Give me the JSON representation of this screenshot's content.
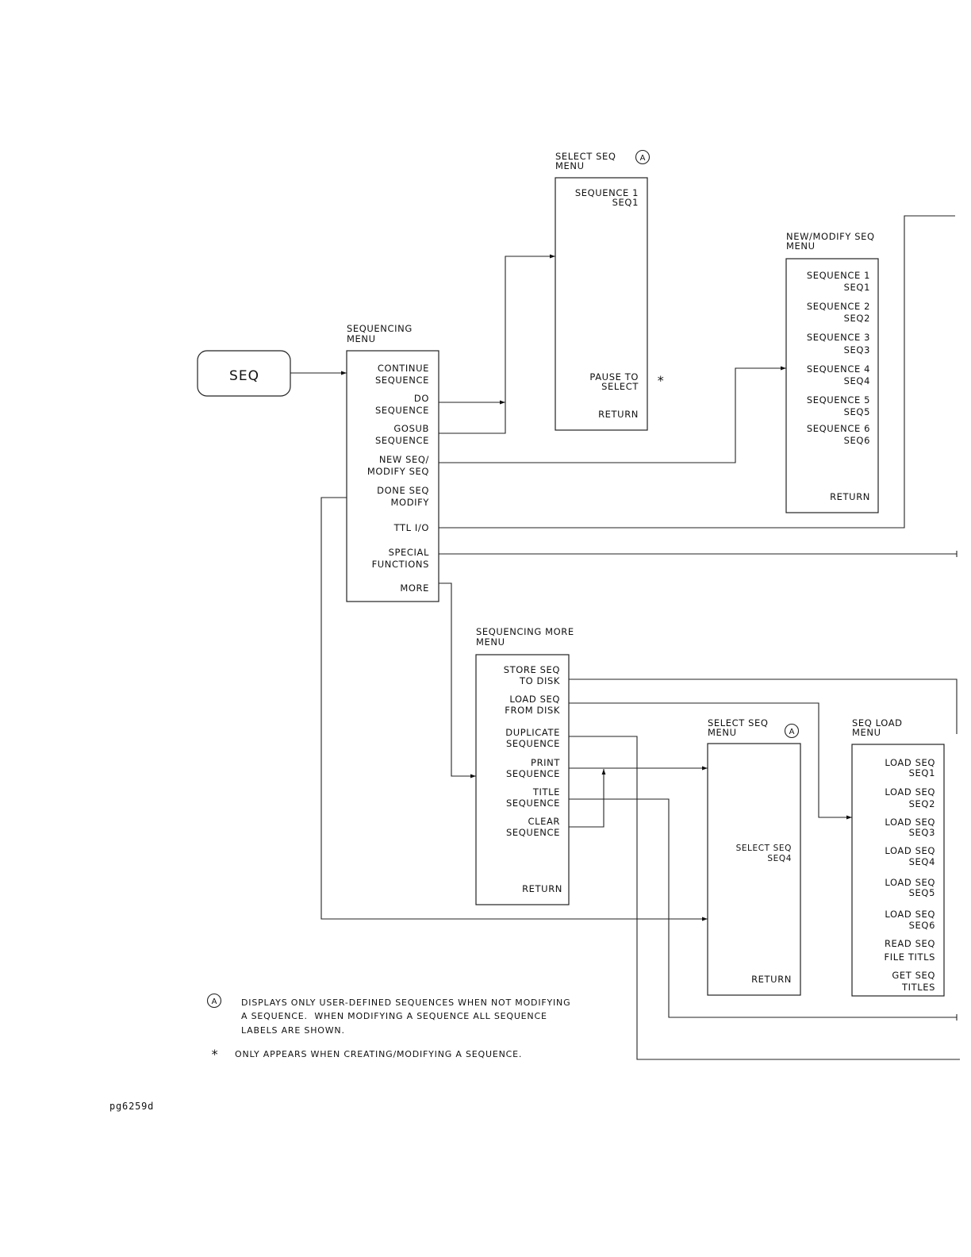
{
  "seq_key": {
    "label": "SEQ"
  },
  "sequencing_menu": {
    "title_line1": "SEQUENCING",
    "title_line2": "MENU",
    "items": [
      {
        "line1": "CONTINUE",
        "line2": "SEQUENCE"
      },
      {
        "line1": "DO",
        "line2": "SEQUENCE"
      },
      {
        "line1": "GOSUB",
        "line2": "SEQUENCE"
      },
      {
        "line1": "NEW SEQ/",
        "line2": "MODIFY SEQ"
      },
      {
        "line1": "DONE SEQ",
        "line2": "MODIFY"
      },
      {
        "line1": "TTL I/O",
        "line2": ""
      },
      {
        "line1": "SPECIAL",
        "line2": "FUNCTIONS"
      },
      {
        "line1": "MORE",
        "line2": ""
      }
    ]
  },
  "select_seq_menu_top": {
    "title_line1": "SELECT SEQ",
    "title_line2": "MENU",
    "note_marker": "A",
    "items": [
      {
        "line1": "SEQUENCE 1",
        "line2": "SEQ1"
      },
      {
        "line1": "PAUSE TO",
        "line2": "SELECT",
        "marker": "*"
      },
      {
        "line1": "RETURN",
        "line2": ""
      }
    ]
  },
  "new_modify_seq_menu": {
    "title_line1": "NEW/MODIFY SEQ",
    "title_line2": "MENU",
    "items": [
      {
        "line1": "SEQUENCE 1",
        "line2": "SEQ1"
      },
      {
        "line1": "SEQUENCE 2",
        "line2": "SEQ2"
      },
      {
        "line1": "SEQUENCE 3",
        "line2": "SEQ3"
      },
      {
        "line1": "SEQUENCE 4",
        "line2": "SEQ4"
      },
      {
        "line1": "SEQUENCE 5",
        "line2": "SEQ5"
      },
      {
        "line1": "SEQUENCE 6",
        "line2": "SEQ6"
      },
      {
        "line1": "RETURN",
        "line2": ""
      }
    ]
  },
  "sequencing_more_menu": {
    "title_line1": "SEQUENCING MORE",
    "title_line2": "MENU",
    "items": [
      {
        "line1": "STORE SEQ",
        "line2": "TO DISK"
      },
      {
        "line1": "LOAD SEQ",
        "line2": "FROM DISK"
      },
      {
        "line1": "DUPLICATE",
        "line2": "SEQUENCE"
      },
      {
        "line1": "PRINT",
        "line2": "SEQUENCE"
      },
      {
        "line1": "TITLE",
        "line2": "SEQUENCE"
      },
      {
        "line1": "CLEAR",
        "line2": "SEQUENCE"
      },
      {
        "line1": "RETURN",
        "line2": ""
      }
    ]
  },
  "select_seq_menu_bottom": {
    "title_line1": "SELECT SEQ",
    "title_line2": "MENU",
    "note_marker": "A",
    "items": [
      {
        "line1": "SELECT SEQ",
        "line2": "SEQ4"
      },
      {
        "line1": "RETURN",
        "line2": ""
      }
    ]
  },
  "seq_load_menu": {
    "title_line1": "SEQ LOAD",
    "title_line2": "MENU",
    "items": [
      {
        "line1": "LOAD SEQ",
        "line2": "SEQ1"
      },
      {
        "line1": "LOAD SEQ",
        "line2": "SEQ2"
      },
      {
        "line1": "LOAD SEQ",
        "line2": "SEQ3"
      },
      {
        "line1": "LOAD SEQ",
        "line2": "SEQ4"
      },
      {
        "line1": "LOAD SEQ",
        "line2": "SEQ5"
      },
      {
        "line1": "LOAD SEQ",
        "line2": "SEQ6"
      },
      {
        "line1": "READ SEQ",
        "line2": "FILE TITLS"
      },
      {
        "line1": "GET SEQ",
        "line2": "TITLES"
      }
    ]
  },
  "notes": {
    "a_marker": "A",
    "a_line1": "DISPLAYS ONLY USER-DEFINED SEQUENCES WHEN NOT MODIFYING",
    "a_line2": "A SEQUENCE.  WHEN MODIFYING A SEQUENCE ALL SEQUENCE",
    "a_line3": "LABELS ARE SHOWN.",
    "star_marker": "*",
    "star_line": "ONLY APPEARS WHEN CREATING/MODIFYING A SEQUENCE."
  },
  "figure_id": "pg6259d"
}
